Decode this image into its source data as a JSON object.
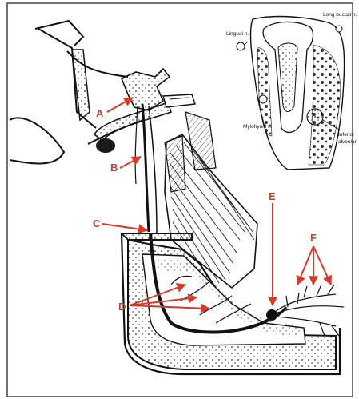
{
  "figure": {
    "callouts": {
      "A": "A",
      "B": "B",
      "C": "C",
      "D": "D",
      "E": "E",
      "F": "F"
    },
    "inset": {
      "lingual": "Lingual n.",
      "long_buccal": "Long buccal n.",
      "mylohyoid": "Mylohyoid n.",
      "inferior_line1": "Inferior",
      "inferior_line2": "alveolar"
    },
    "colors": {
      "callout": "#d63a2a",
      "ink": "#111111",
      "frame": "#333333"
    }
  }
}
